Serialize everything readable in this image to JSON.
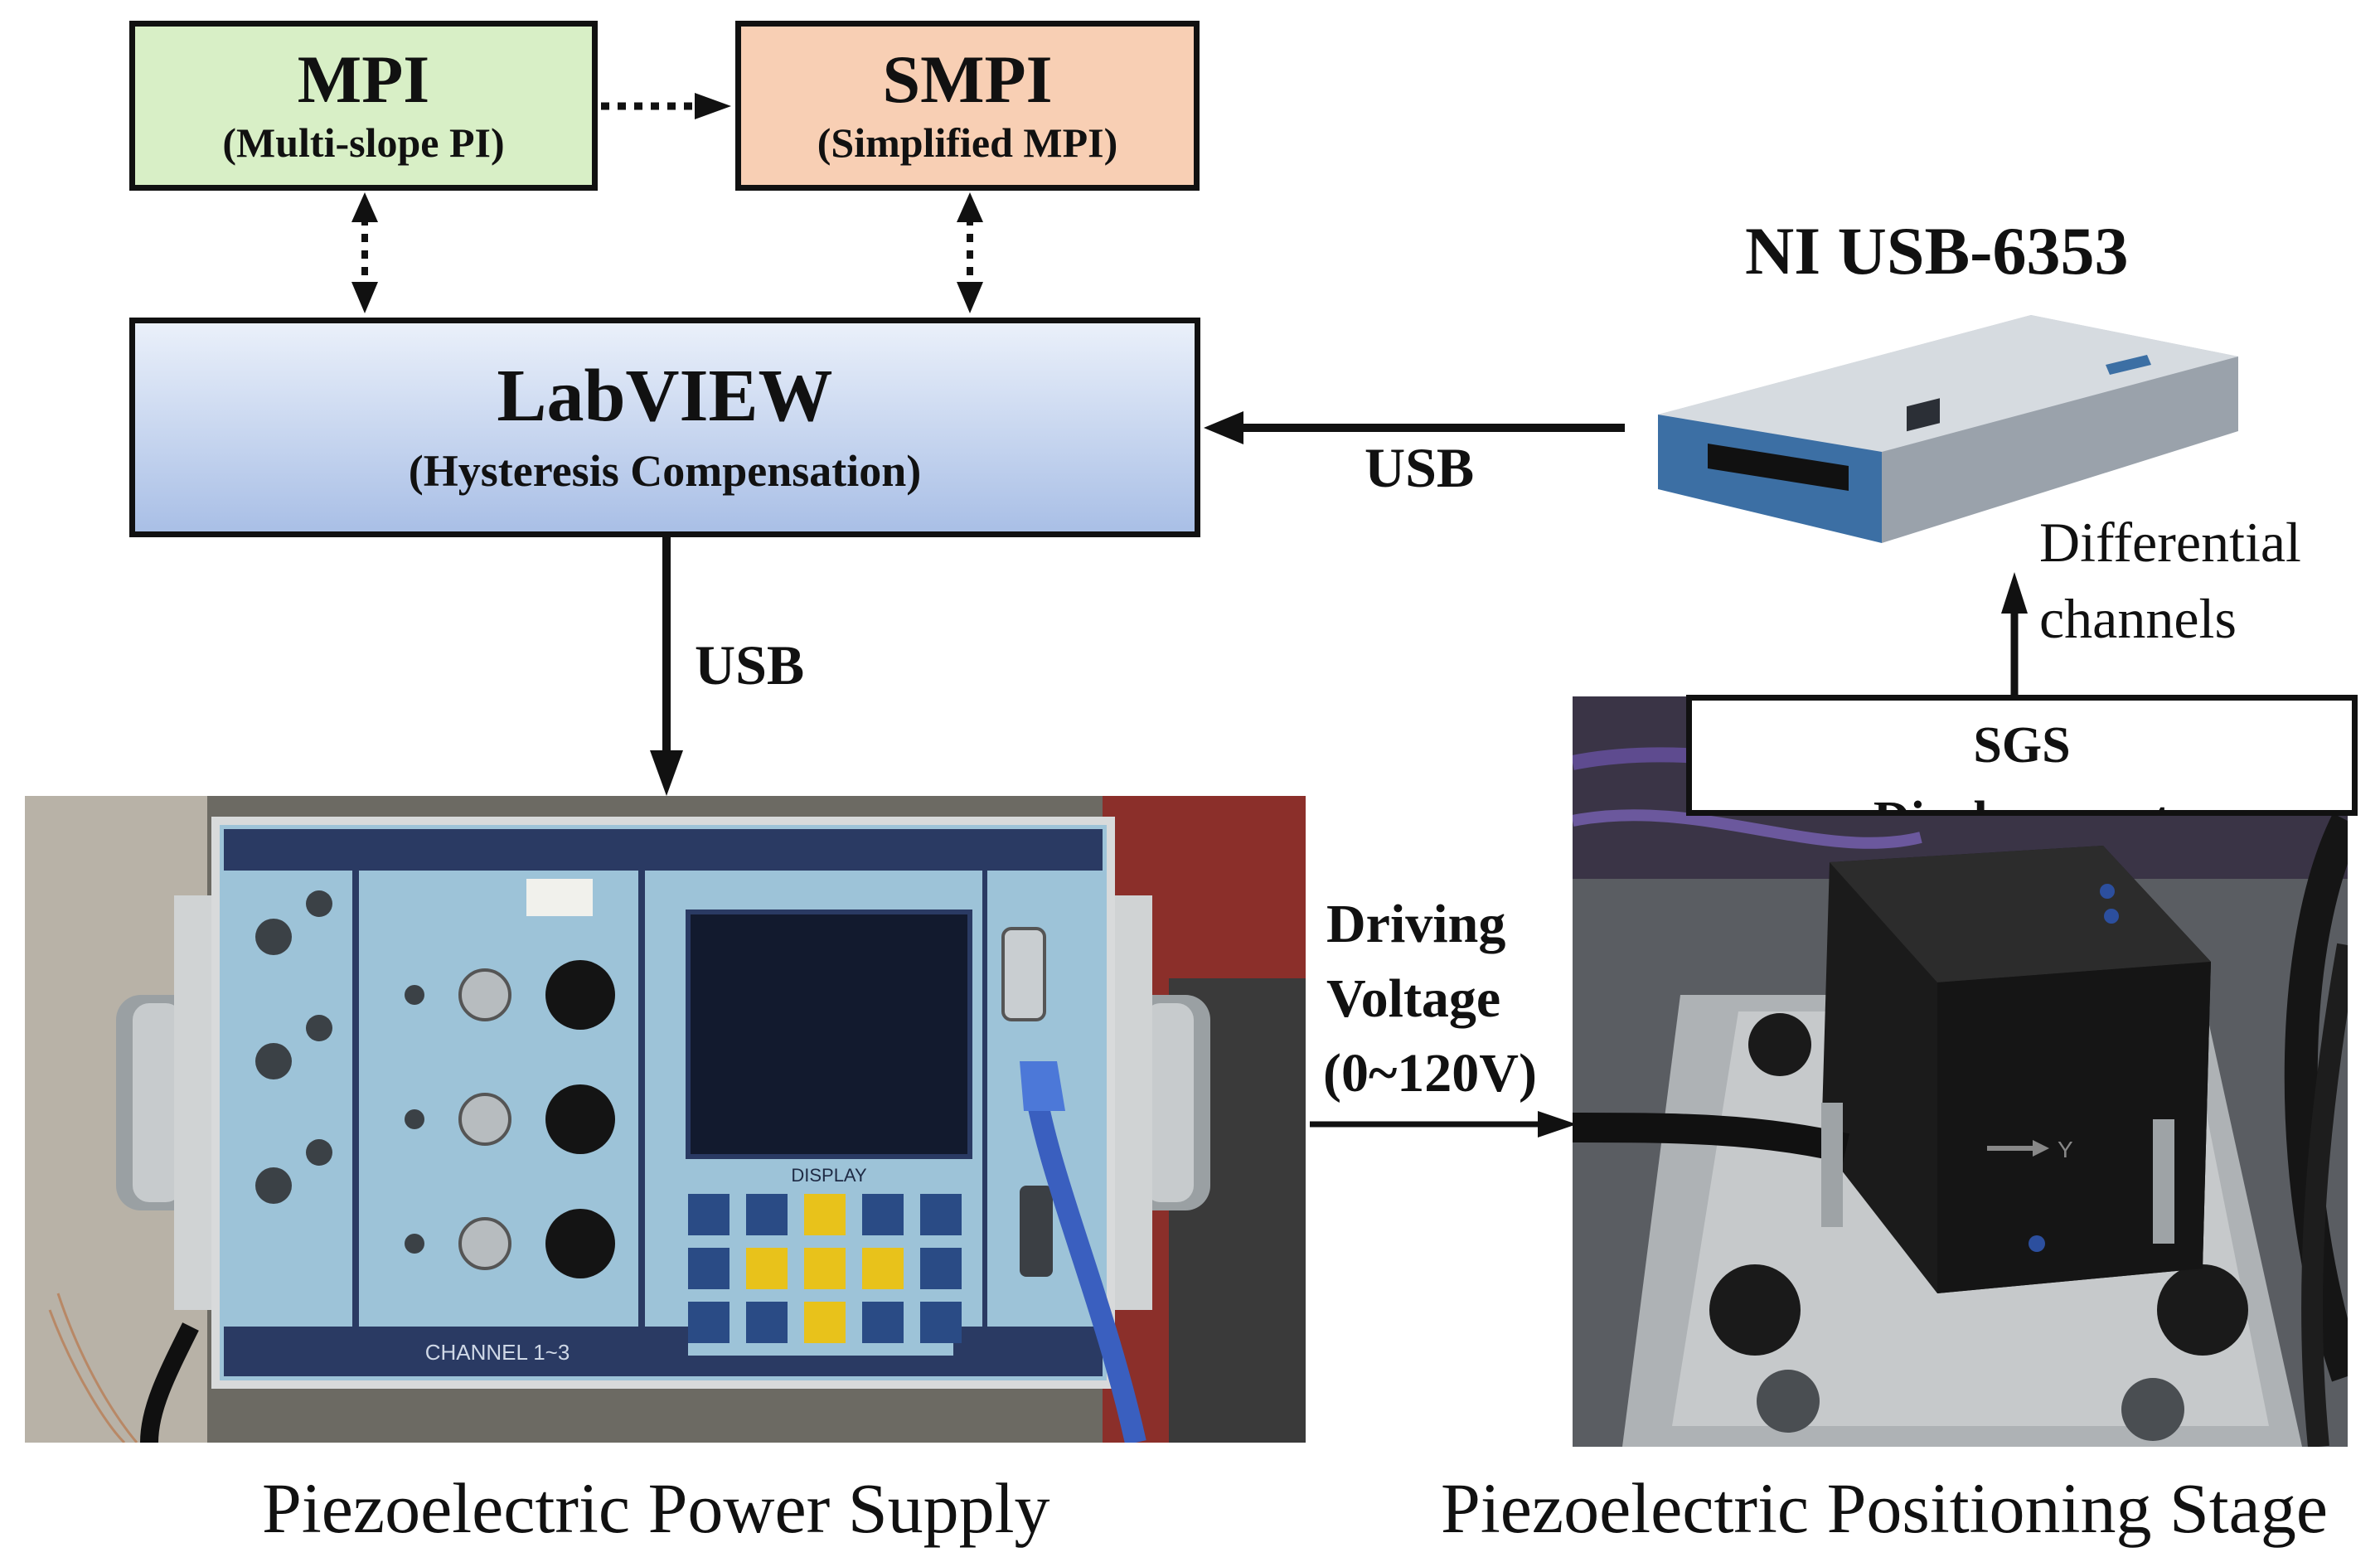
{
  "boxes": {
    "mpi": {
      "title": "MPI",
      "subtitle": "(Multi-slope PI)",
      "fill": "#d8efc6"
    },
    "smpi": {
      "title": "SMPI",
      "subtitle": "(Simplified MPI)",
      "fill": "#f8cfb4"
    },
    "labview": {
      "title": "LabVIEW",
      "subtitle": "(Hysteresis Compensation)"
    },
    "sensor": {
      "title": "SGS Displacement Sensor"
    }
  },
  "labels": {
    "usb_right": "USB",
    "usb_down": "USB",
    "driving_line1": "Driving",
    "driving_line2": "Voltage",
    "driving_line3": "(0~120V)",
    "differential_line1": "Differential",
    "differential_line2": "channels",
    "daq_title": "NI USB-6353"
  },
  "captions": {
    "power_supply": "Piezoelectric Power Supply",
    "stage": "Piezoelectric Positioning Stage"
  },
  "photo_text": {
    "channel": "CHANNEL 1~3",
    "display": "DISPLAY",
    "axis": "Y"
  },
  "colors": {
    "labview_top": "#eaf0fa",
    "labview_bottom": "#a9bfe6",
    "panel_blue": "#9dc3d8",
    "daq_body": "#b9c0c8",
    "daq_front": "#3c6fa4"
  }
}
